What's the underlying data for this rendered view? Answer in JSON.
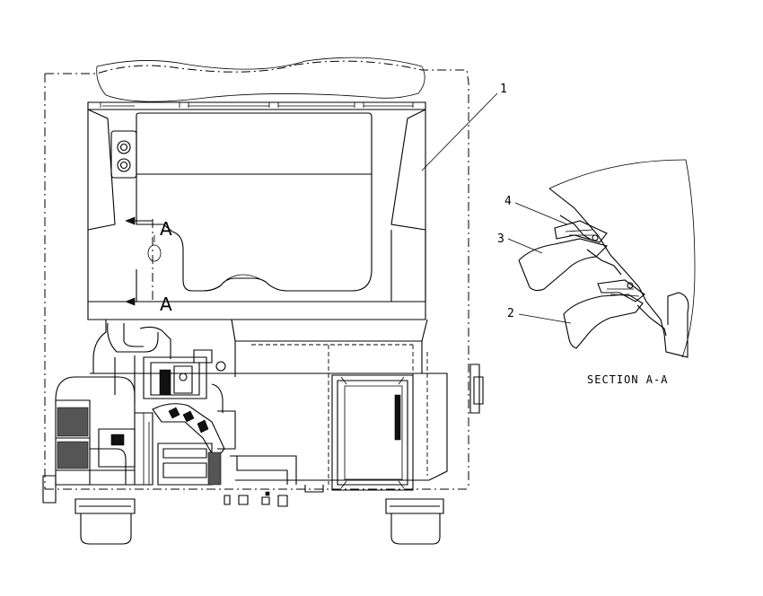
{
  "callouts": {
    "one": "1",
    "two": "2",
    "three": "3",
    "four": "4"
  },
  "section_markers": {
    "top": "A",
    "bottom": "A"
  },
  "detail_title": "SECTION A-A"
}
